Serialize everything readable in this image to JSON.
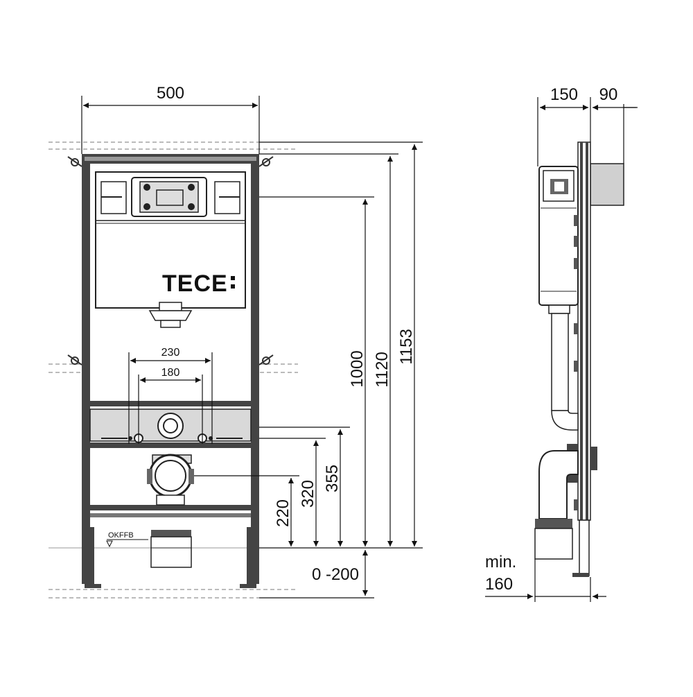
{
  "drawing": {
    "brand": "TECE",
    "level_mark": "OKFFB",
    "front": {
      "width": "500",
      "height_1000": "1000",
      "height_1120": "1120",
      "height_1153": "1153",
      "h_355": "355",
      "h_320": "320",
      "h_220": "220",
      "adjust": "0 -200",
      "spacing_230": "230",
      "spacing_180": "180"
    },
    "side": {
      "depth_150": "150",
      "depth_90": "90",
      "min_label": "min.",
      "min_value": "160"
    }
  },
  "colors": {
    "line": "#111111",
    "frame": "#444444",
    "panel": "#d9d9d9",
    "hatch": "#777777"
  }
}
